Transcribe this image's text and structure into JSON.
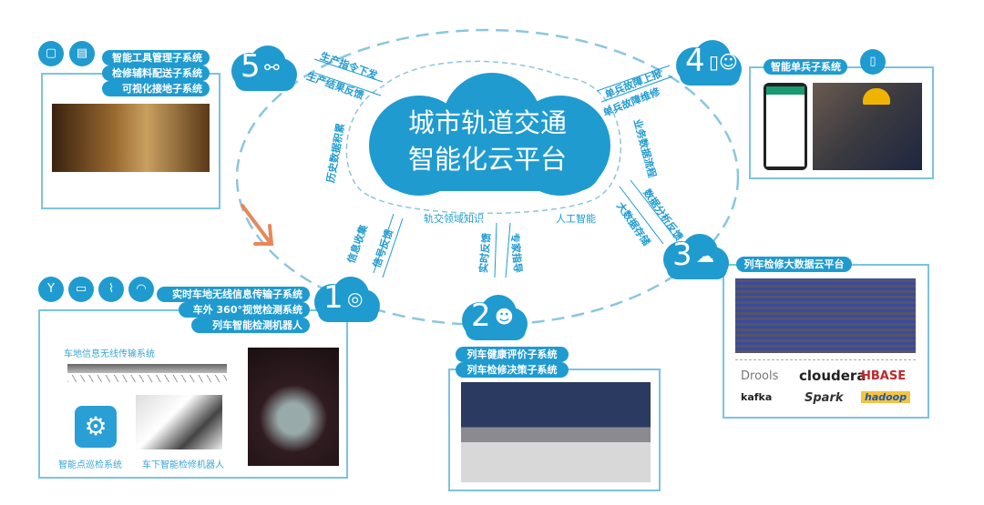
{
  "colors": {
    "accent": "#1f9bd0",
    "border": "#7cc3e0",
    "arrow": "#e8875a"
  },
  "center": {
    "line1": "城市轨道交通",
    "line2": "智能化云平台"
  },
  "flows": {
    "f1": "生产指令下发",
    "f2": "生产结果反馈",
    "f3": "历史数据积累",
    "f4": "单兵故障上报",
    "f5": "单兵故障维修",
    "f6": "业务数据流程",
    "f7": "数据分析反馈",
    "f8": "大数据存储",
    "f9": "轨交领域知识",
    "f10": "人工智能",
    "f11": "信息收集",
    "f12": "信号反馈",
    "f13": "实时反馈",
    "f14": "专家指导"
  },
  "node1": {
    "num": "1",
    "icon": "wireless-target-icon",
    "pills": [
      "实时车地无线信息传输子系统",
      "车外 360°视觉检测系统",
      "列车智能检测机器人"
    ],
    "caption_train": "车地信息无线传输系统",
    "caption_app": "智能点巡检系统",
    "caption_robot": "车下智能检修机器人"
  },
  "node2": {
    "num": "2",
    "icon": "experts-icon",
    "pills": [
      "列车健康评价子系统",
      "列车检修决策子系统"
    ]
  },
  "node3": {
    "num": "3",
    "icon": "cloud-signal-icon",
    "pills": [
      "列车检修大数据云平台"
    ],
    "logos": [
      "Drools",
      "cloudera",
      "HBASE",
      "kafka",
      "Spark",
      "hadoop"
    ]
  },
  "node4": {
    "num": "4",
    "icon": "mobile-person-icon",
    "pills": [
      "智能单兵子系统"
    ]
  },
  "node5": {
    "num": "5",
    "icon": "hierarchy-icon",
    "pills": [
      "智能工具管理子系统",
      "检修辅料配送子系统",
      "可视化接地子系统"
    ]
  }
}
